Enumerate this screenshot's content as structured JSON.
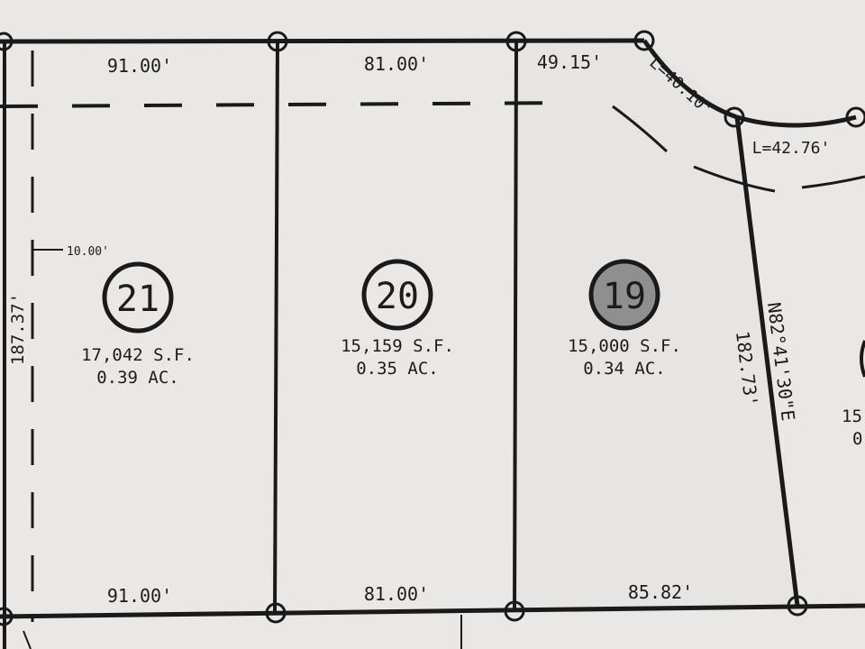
{
  "colors": {
    "paper": "#e9e8e6",
    "ink": "#1a1a1a",
    "lot19_fill": "#8f8f8f"
  },
  "lots": [
    {
      "number": "21",
      "area_sf": "17,042 S.F.",
      "area_ac": "0.39 AC.",
      "front": "91.00'",
      "rear": "91.00'"
    },
    {
      "number": "20",
      "area_sf": "15,159 S.F.",
      "area_ac": "0.35 AC.",
      "front": "81.00'",
      "rear": "81.00'"
    },
    {
      "number": "19",
      "area_sf": "15,000 S.F.",
      "area_ac": "0.34 AC.",
      "front": "49.15'",
      "rear": "85.82'"
    }
  ],
  "dimensions": {
    "left_side": "187.37'",
    "setback": "10.00'",
    "curve_1": "L=40.10'",
    "curve_2": "L=42.76'",
    "bearing": "N82°41'30\"E",
    "east_side": "182.73'"
  },
  "partial": {
    "lot18_sf_fragment": "15",
    "lot18_ac_fragment": "0"
  }
}
